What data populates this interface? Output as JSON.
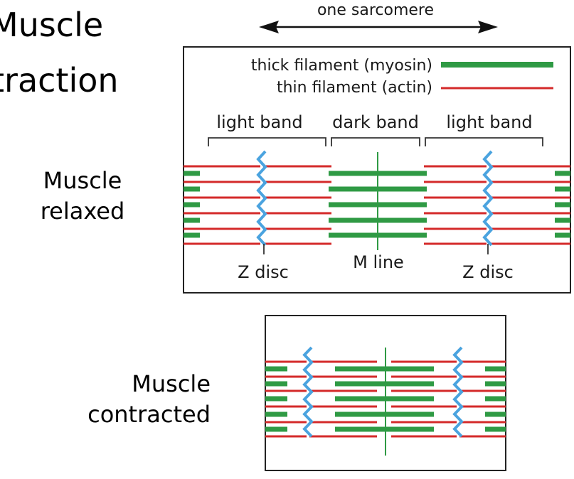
{
  "title": {
    "line1": "Muscle",
    "line2": "traction"
  },
  "sarcomere_label": "one sarcomere",
  "legend": {
    "thick": "thick filament (myosin)",
    "thin": "thin filament (actin)"
  },
  "bands": {
    "left": "light band",
    "middle": "dark band",
    "right": "light band"
  },
  "markers": {
    "z_left": "Z disc",
    "m_line": "M line",
    "z_right": "Z disc"
  },
  "relaxed_label": {
    "line1": "Muscle",
    "line2": "relaxed"
  },
  "contracted_label": {
    "line1": "Muscle",
    "line2": "contracted"
  },
  "colors": {
    "thick": "#2f9a44",
    "thin": "#d42a2a",
    "z_disc": "#4aa3df",
    "m_line": "#2f9a44",
    "border": "#222222"
  }
}
